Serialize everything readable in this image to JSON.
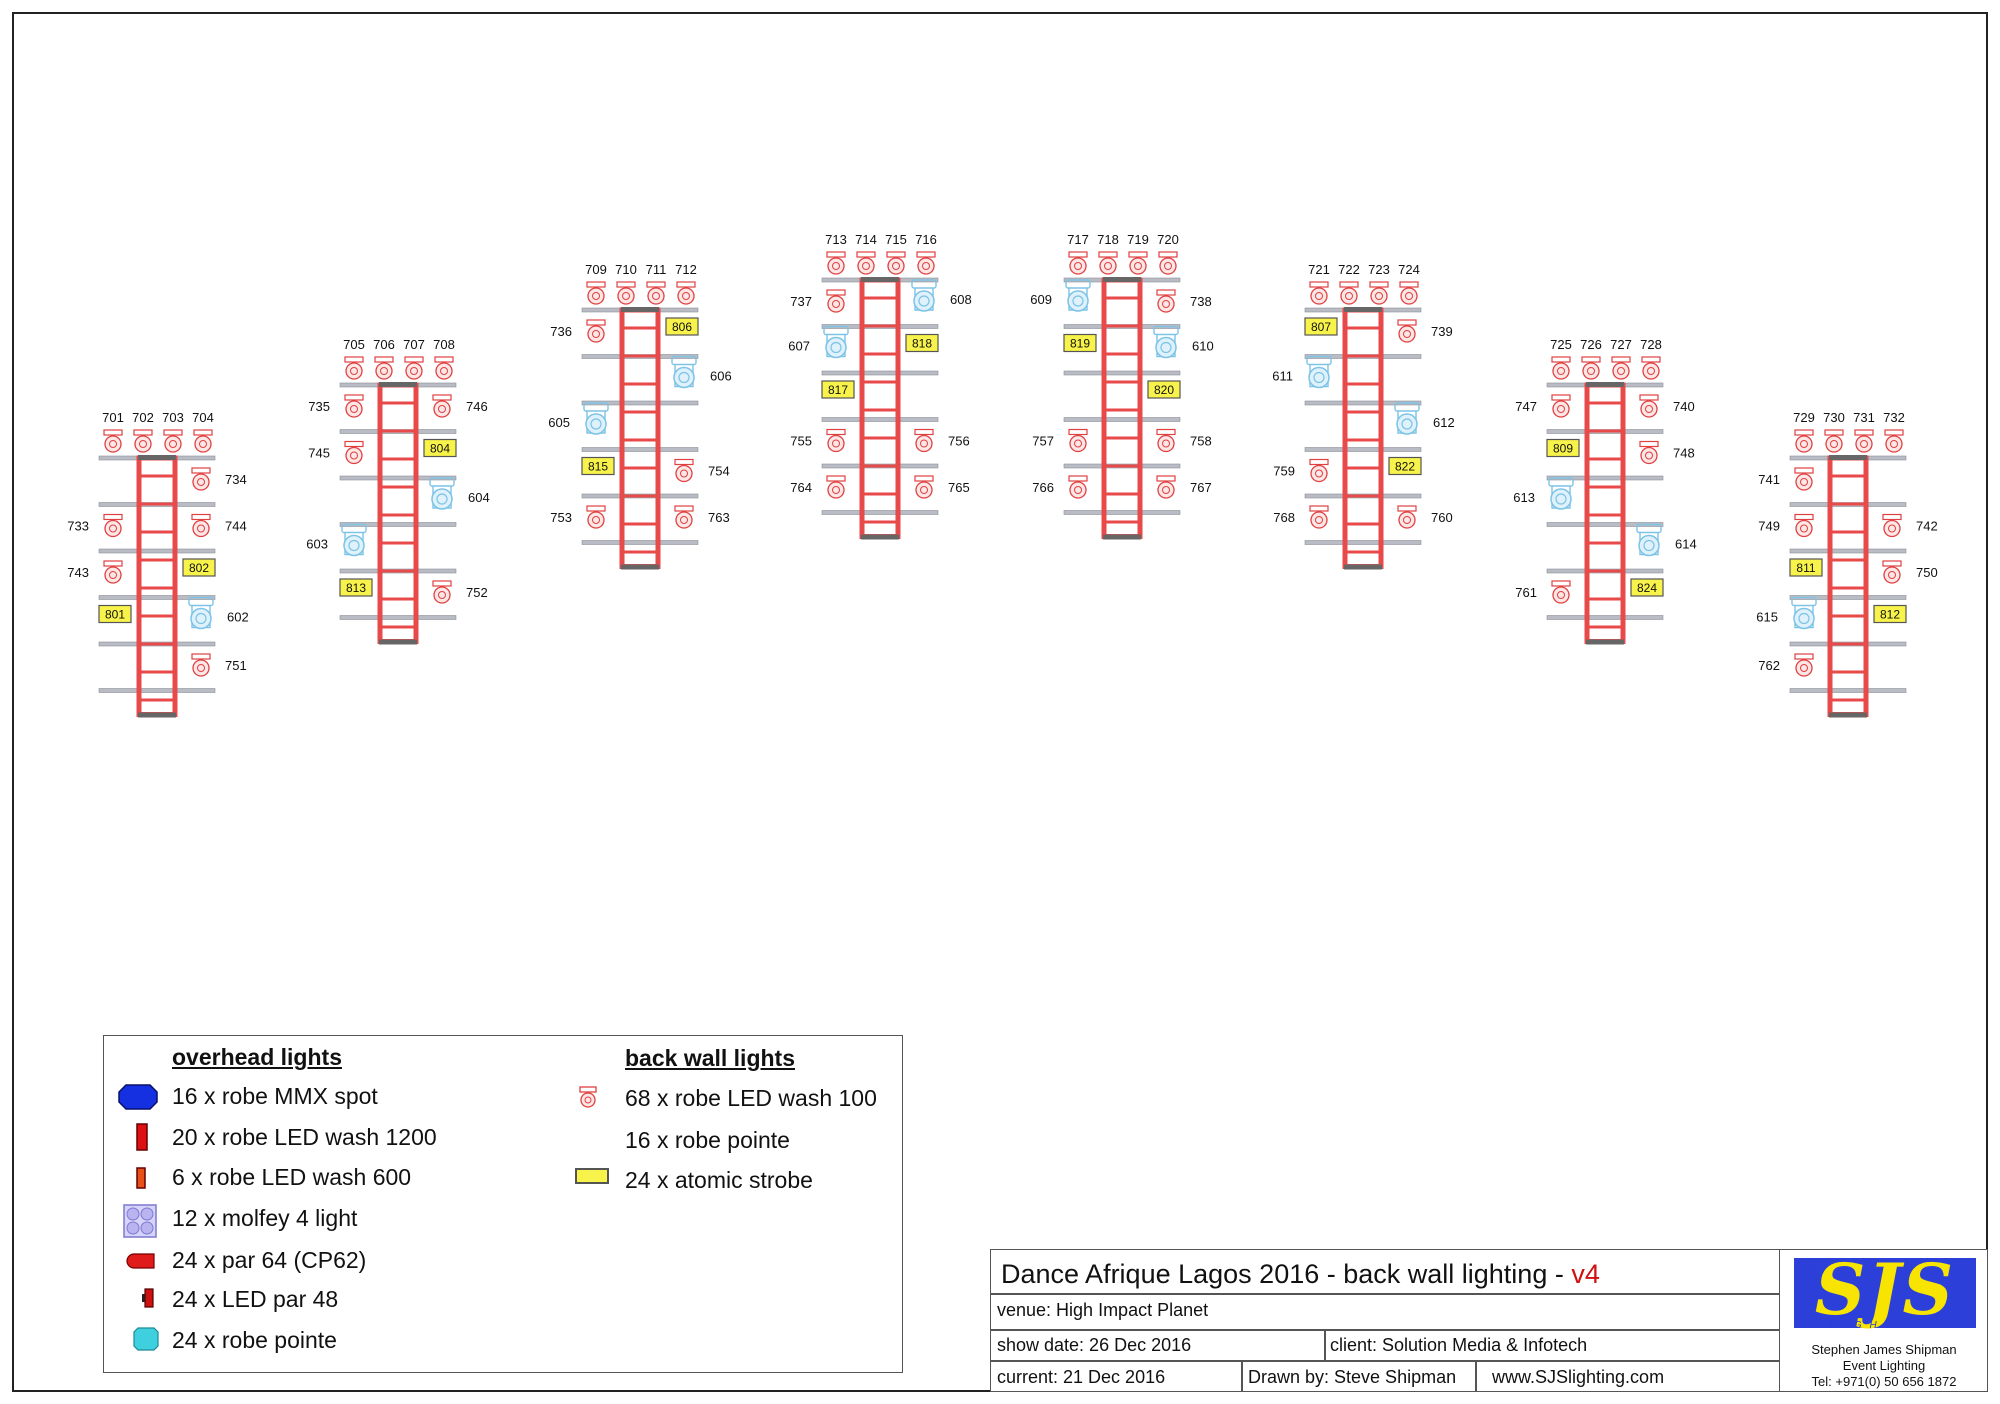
{
  "diagram": {
    "towers": [
      {
        "top_labels": [
          "701",
          "702",
          "703",
          "704"
        ],
        "fixtures": [
          {
            "label": "734",
            "kind": "wash",
            "side": "right",
            "level": 0
          },
          {
            "label": "733",
            "kind": "wash",
            "side": "left",
            "level": 1
          },
          {
            "label": "744",
            "kind": "wash",
            "side": "right",
            "level": 1
          },
          {
            "label": "743",
            "kind": "wash",
            "side": "left",
            "level": 2
          },
          {
            "label": "802",
            "kind": "strobe",
            "side": "right",
            "level": 2
          },
          {
            "label": "801",
            "kind": "strobe",
            "side": "left",
            "level": 3
          },
          {
            "label": "602",
            "kind": "pointe",
            "side": "right",
            "level": 3
          },
          {
            "label": "751",
            "kind": "wash",
            "side": "right",
            "level": 4
          }
        ]
      },
      {
        "top_labels": [
          "705",
          "706",
          "707",
          "708"
        ],
        "fixtures": [
          {
            "label": "735",
            "kind": "wash",
            "side": "left",
            "level": 0
          },
          {
            "label": "746",
            "kind": "wash",
            "side": "right",
            "level": 0
          },
          {
            "label": "745",
            "kind": "wash",
            "side": "left",
            "level": 1
          },
          {
            "label": "804",
            "kind": "strobe",
            "side": "right",
            "level": 1
          },
          {
            "label": "604",
            "kind": "pointe",
            "side": "right",
            "level": 2
          },
          {
            "label": "603",
            "kind": "pointe",
            "side": "left",
            "level": 3
          },
          {
            "label": "813",
            "kind": "strobe",
            "side": "left",
            "level": 4
          },
          {
            "label": "752",
            "kind": "wash",
            "side": "right",
            "level": 4
          }
        ]
      },
      {
        "top_labels": [
          "709",
          "710",
          "711",
          "712"
        ],
        "fixtures": [
          {
            "label": "736",
            "kind": "wash",
            "side": "left",
            "level": 0
          },
          {
            "label": "806",
            "kind": "strobe",
            "side": "right",
            "level": 0
          },
          {
            "label": "606",
            "kind": "pointe",
            "side": "right",
            "level": 1
          },
          {
            "label": "605",
            "kind": "pointe",
            "side": "left",
            "level": 2
          },
          {
            "label": "815",
            "kind": "strobe",
            "side": "left",
            "level": 3
          },
          {
            "label": "754",
            "kind": "wash",
            "side": "right",
            "level": 3
          },
          {
            "label": "753",
            "kind": "wash",
            "side": "left",
            "level": 4
          },
          {
            "label": "763",
            "kind": "wash",
            "side": "right",
            "level": 4
          }
        ]
      },
      {
        "top_labels": [
          "713",
          "714",
          "715",
          "716"
        ],
        "fixtures": [
          {
            "label": "737",
            "kind": "wash",
            "side": "left",
            "level": 0
          },
          {
            "label": "608",
            "kind": "pointe",
            "side": "right",
            "level": 0
          },
          {
            "label": "818",
            "kind": "strobe",
            "side": "right",
            "level": 1
          },
          {
            "label": "607",
            "kind": "pointe",
            "side": "left",
            "level": 1
          },
          {
            "label": "817",
            "kind": "strobe",
            "side": "left",
            "level": 2
          },
          {
            "label": "755",
            "kind": "wash",
            "side": "left",
            "level": 3
          },
          {
            "label": "756",
            "kind": "wash",
            "side": "right",
            "level": 3
          },
          {
            "label": "764",
            "kind": "wash",
            "side": "left",
            "level": 4
          },
          {
            "label": "765",
            "kind": "wash",
            "side": "right",
            "level": 4
          }
        ]
      },
      {
        "top_labels": [
          "717",
          "718",
          "719",
          "720"
        ],
        "fixtures": [
          {
            "label": "609",
            "kind": "pointe",
            "side": "left",
            "level": 0
          },
          {
            "label": "738",
            "kind": "wash",
            "side": "right",
            "level": 0
          },
          {
            "label": "819",
            "kind": "strobe",
            "side": "left",
            "level": 1
          },
          {
            "label": "610",
            "kind": "pointe",
            "side": "right",
            "level": 1
          },
          {
            "label": "820",
            "kind": "strobe",
            "side": "right",
            "level": 2
          },
          {
            "label": "757",
            "kind": "wash",
            "side": "left",
            "level": 3
          },
          {
            "label": "758",
            "kind": "wash",
            "side": "right",
            "level": 3
          },
          {
            "label": "766",
            "kind": "wash",
            "side": "left",
            "level": 4
          },
          {
            "label": "767",
            "kind": "wash",
            "side": "right",
            "level": 4
          }
        ]
      },
      {
        "top_labels": [
          "721",
          "722",
          "723",
          "724"
        ],
        "fixtures": [
          {
            "label": "807",
            "kind": "strobe",
            "side": "left",
            "level": 0
          },
          {
            "label": "739",
            "kind": "wash",
            "side": "right",
            "level": 0
          },
          {
            "label": "611",
            "kind": "pointe",
            "side": "left",
            "level": 1
          },
          {
            "label": "612",
            "kind": "pointe",
            "side": "right",
            "level": 2
          },
          {
            "label": "822",
            "kind": "strobe",
            "side": "right",
            "level": 3
          },
          {
            "label": "759",
            "kind": "wash",
            "side": "left",
            "level": 3
          },
          {
            "label": "768",
            "kind": "wash",
            "side": "left",
            "level": 4
          },
          {
            "label": "760",
            "kind": "wash",
            "side": "right",
            "level": 4
          }
        ]
      },
      {
        "top_labels": [
          "725",
          "726",
          "727",
          "728"
        ],
        "fixtures": [
          {
            "label": "747",
            "kind": "wash",
            "side": "left",
            "level": 0
          },
          {
            "label": "740",
            "kind": "wash",
            "side": "right",
            "level": 0
          },
          {
            "label": "809",
            "kind": "strobe",
            "side": "left",
            "level": 1
          },
          {
            "label": "748",
            "kind": "wash",
            "side": "right",
            "level": 1
          },
          {
            "label": "613",
            "kind": "pointe",
            "side": "left",
            "level": 2
          },
          {
            "label": "614",
            "kind": "pointe",
            "side": "right",
            "level": 3
          },
          {
            "label": "824",
            "kind": "strobe",
            "side": "right",
            "level": 4
          },
          {
            "label": "761",
            "kind": "wash",
            "side": "left",
            "level": 4
          }
        ]
      },
      {
        "top_labels": [
          "729",
          "730",
          "731",
          "732"
        ],
        "fixtures": [
          {
            "label": "741",
            "kind": "wash",
            "side": "left",
            "level": 0
          },
          {
            "label": "749",
            "kind": "wash",
            "side": "left",
            "level": 1
          },
          {
            "label": "742",
            "kind": "wash",
            "side": "right",
            "level": 1
          },
          {
            "label": "811",
            "kind": "strobe",
            "side": "left",
            "level": 2
          },
          {
            "label": "750",
            "kind": "wash",
            "side": "right",
            "level": 2
          },
          {
            "label": "812",
            "kind": "strobe",
            "side": "right",
            "level": 3
          },
          {
            "label": "615",
            "kind": "pointe",
            "side": "left",
            "level": 3
          },
          {
            "label": "762",
            "kind": "wash",
            "side": "left",
            "level": 4
          }
        ]
      }
    ]
  },
  "legend": {
    "overhead_heading": "overhead lights",
    "overhead": [
      {
        "text": "16 x robe MMX spot",
        "icon": "mmx-spot-icon",
        "color": "#1530e0"
      },
      {
        "text": "20 x robe LED wash 1200",
        "icon": "led-wash-1200-icon",
        "color": "#dd1111"
      },
      {
        "text": "6 x robe LED wash 600",
        "icon": "led-wash-600-icon",
        "color": "#e8501a"
      },
      {
        "text": "12 x molfey 4 light",
        "icon": "molfey-icon",
        "color": "#b9b4f0"
      },
      {
        "text": "24 x par 64 (CP62)",
        "icon": "par64-icon",
        "color": "#e01b1b"
      },
      {
        "text": "24 x LED par 48",
        "icon": "led-par-icon",
        "color": "#cc1111"
      },
      {
        "text": "24 x robe pointe",
        "icon": "robe-pointe-icon",
        "color": "#3fd0e0"
      }
    ],
    "backwall_heading": "back wall lights",
    "backwall": [
      {
        "text": "68 x robe LED wash 100",
        "icon": "led-wash-100-icon"
      },
      {
        "text": "16 x robe pointe",
        "icon": ""
      },
      {
        "text": "24 x atomic strobe",
        "icon": "atomic-strobe-icon"
      }
    ]
  },
  "titleblock": {
    "title": "Dance Afrique Lagos 2016 - back wall lighting - ",
    "version": "v4",
    "venue": "venue: High Impact Planet",
    "show_date": "show date: 26 Dec 2016",
    "client": "client: Solution Media & Infotech",
    "current": "current: 21 Dec 2016",
    "drawn_by": "Drawn by: Steve Shipman",
    "website": "www.SJSlighting.com",
    "logo": {
      "brand": "SJS",
      "sub": "LIGHTING",
      "name": "Stephen James Shipman",
      "role": "Event Lighting",
      "tel": "Tel: +971(0) 50 656 1872"
    }
  },
  "colors": {
    "truss": "#e84a4a",
    "wash_fixture": "#e04040",
    "pointe_fixture": "#7cc3e6",
    "strobe_fill": "#f8f34a",
    "pipe": "#b9bcc4"
  }
}
